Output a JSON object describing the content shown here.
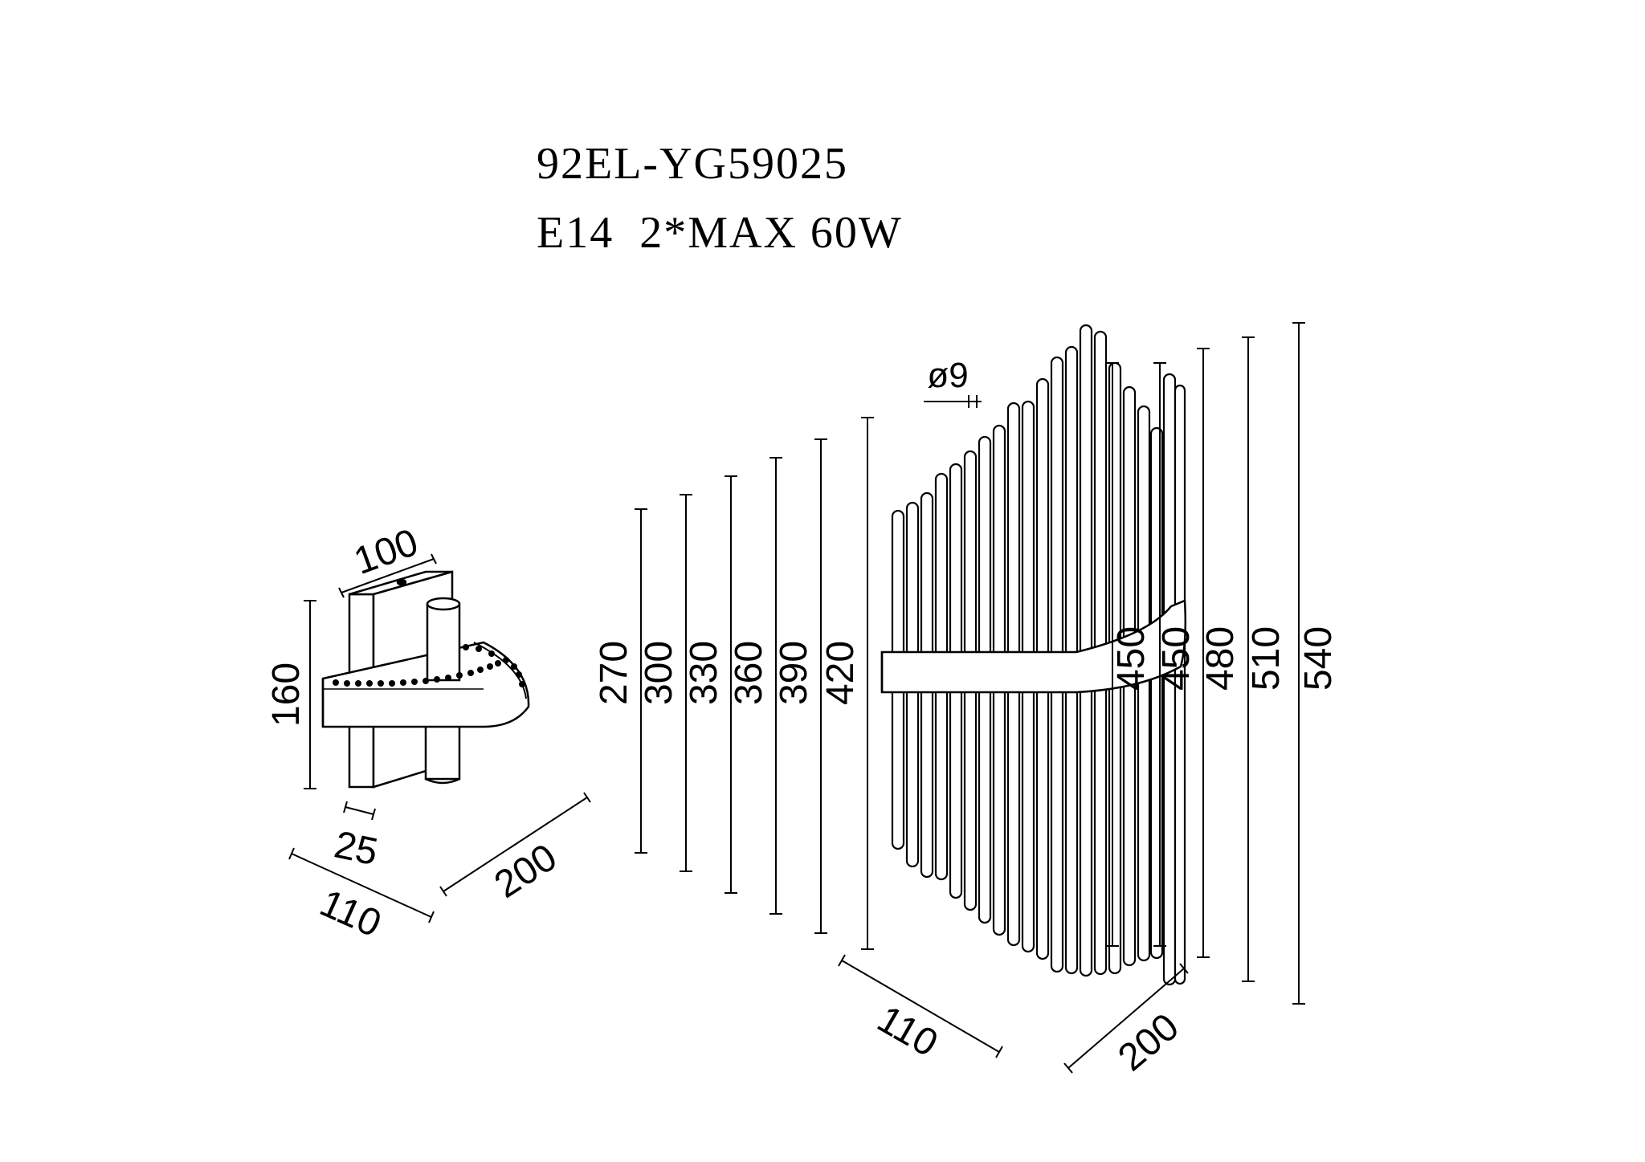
{
  "header": {
    "model": "92EL-YG59025",
    "spec": "E14  2*MAX 60W"
  },
  "side_view": {
    "dims": {
      "width_top": "100",
      "height": "160",
      "plate_depth": "25",
      "width_bottom": "110",
      "depth": "200"
    }
  },
  "front_view": {
    "rod_diameter": "ø9",
    "left_lengths": [
      "270",
      "300",
      "330",
      "360",
      "390",
      "420"
    ],
    "right_lengths": [
      "450",
      "450",
      "480",
      "510",
      "540"
    ],
    "width": "110",
    "depth": "200"
  }
}
